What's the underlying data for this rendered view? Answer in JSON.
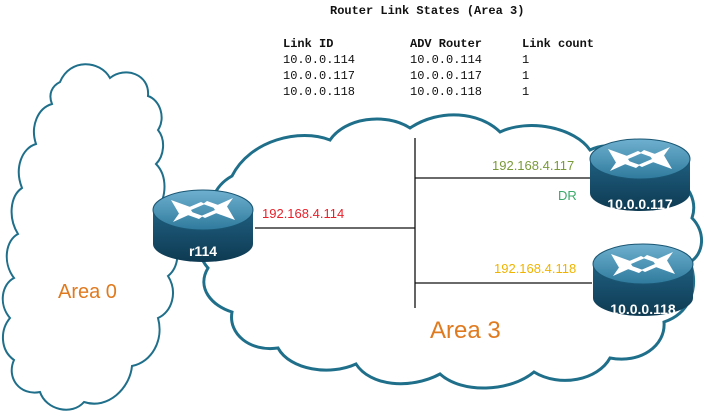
{
  "lsdb": {
    "title": "Router Link States (Area 3)",
    "headers": [
      "Link ID",
      "ADV Router",
      "Link count"
    ],
    "rows": [
      [
        "10.0.0.114",
        "10.0.0.114",
        "1"
      ],
      [
        "10.0.0.117",
        "10.0.0.117",
        "1"
      ],
      [
        "10.0.0.118",
        "10.0.0.118",
        "1"
      ]
    ]
  },
  "areas": {
    "area0": "Area 0",
    "area3": "Area 3"
  },
  "routers": {
    "r114": {
      "name": "r114",
      "ip": "192.168.4.114",
      "ip_color": "#e8202a"
    },
    "r117": {
      "name": "10.0.0.117",
      "ip": "192.168.4.117",
      "ip_color": "#7a9a3a",
      "role": "DR",
      "role_color": "#3aaa6a"
    },
    "r118": {
      "name": "10.0.0.118",
      "ip": "192.168.4.118",
      "ip_color": "#f0b400"
    }
  },
  "colors": {
    "cloud_outline": "#1f6f8b",
    "router_body": "#2a6d8f",
    "router_top": "#4a8fb0",
    "area_label": "#e07a1f"
  }
}
